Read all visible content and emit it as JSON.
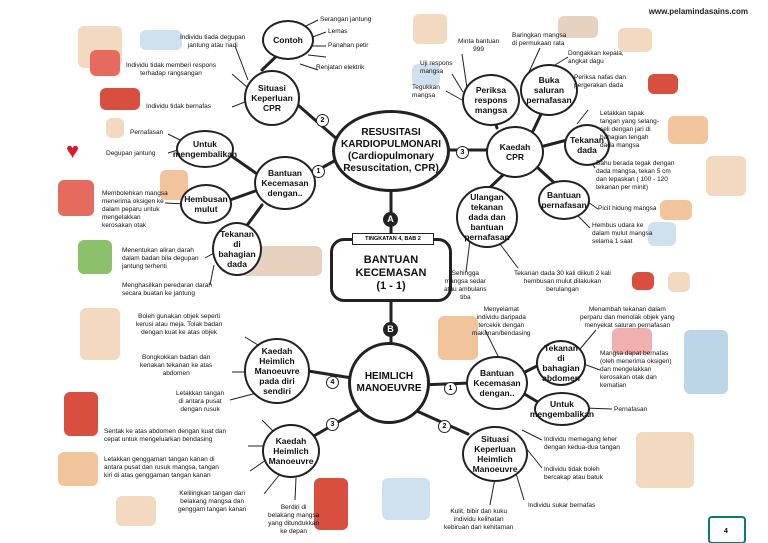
{
  "site": "www.pelamindasains.com",
  "center": {
    "tag": "TINGKATAN 4, BAB 2",
    "title": "BANTUAN\nKECEMASAN\n(1 - 1)"
  },
  "sections": {
    "a": "A",
    "b": "B"
  },
  "nodes": {
    "cpr_main": "RESUSITASI\nKARDIOPULMONARI\n(Cardiopulmonary\nResuscitation, CPR)",
    "heimlich_main": "HEIMLICH\nMANOEUVRE",
    "contoh": "Contoh",
    "situasi_cpr": "Situasi\nKeperluan\nCPR",
    "untuk_mengembalikan_cpr": "Untuk\nmengembalikan",
    "bantuan_cpr": "Bantuan\nKecemasan\ndengan..",
    "hembusan": "Hembusan\nmulut",
    "tekanan_bahagian": "Tekanan\ndi\nbahagian\ndada",
    "periksa": "Periksa\nrespons\nmangsa",
    "buka": "Buka\nsaluran\npernafasan",
    "kaedah_cpr": "Kaedah\nCPR",
    "tekanan_dada": "Tekanan\ndada",
    "bantuan_pernafasan": "Bantuan\npernafasan",
    "ulangan": "Ulangan\ntekanan\ndada dan\nbantuan\npernafasan",
    "kaedah_heimlich_sendiri": "Kaedah\nHeimlich\nManoeuvre\npada diri\nsendiri",
    "kaedah_heimlich": "Kaedah\nHeimlich\nManoeuvre",
    "bantuan_heimlich": "Bantuan\nKecemasan\ndengan..",
    "tekanan_abdomen": "Tekanan\ndi bahagian\nabdomen",
    "untuk_mengembalikan_h": "Untuk\nmengembalikan",
    "situasi_heimlich": "Situasi\nKeperluan\nHeimlich\nManoeuvre"
  },
  "labels": {
    "contoh_1": "Serangan jantung",
    "contoh_2": "Lemas",
    "contoh_3": "Panahan petir",
    "contoh_4": "Renjatan elektrik",
    "situasi_1": "Individu tiada degupan\njantung atau nadi",
    "situasi_2": "Individu tidak memberi respons\nterhadap rangsangan",
    "situasi_3": "Individu tidak bernafas",
    "kembali_1": "Pernafasan",
    "kembali_2": "Degupan jantung",
    "hembus_1": "Membolehkan mangsa\nmenerima oksigen ke\ndalam peparu untuk\nmengelakkan\nkerosakan otak",
    "tekan_1": "Menentukan aliran darah\ndalam badan bila degupan\njantung terhenti",
    "tekan_2": "Menghasilkan peredaran darah\nsecara buatan ke jantung",
    "periksa_1": "Minta bantuan\n999",
    "periksa_2": "Uji respons\nmangsa",
    "periksa_3": "Tegukkan\nmangsa",
    "buka_1": "Baringkan mangsa\ndi permukaan rata",
    "buka_2": "Dongakkan kepala,\nangkat dagu",
    "buka_3": "Periksa nafas dan\npergerakan dada",
    "tekanan_1": "Letakkan tapak\ntangan yang selang-\nseli dengan jari di\nbahagian tengah\ndada mangsa",
    "tekanan_2": "Bahu berada tegak dengan\ndada mangsa, tekan 5 cm\ndan lepaskan ( 100 - 120\ntekanan per minit)",
    "pernafasan_1": "Picit hidung mangsa",
    "pernafasan_2": "Hembus udara ke\ndalam mulut mangsa\nselama 1 saat",
    "ulangan_1": "Sehingga\nmangsa sedar\natau ambulans\ntiba",
    "ulangan_2": "Tekanan dada 30 kali diikuti 2 kali\nhembusan mulut dilakukan\nberulangan",
    "bantuan_h_1": "Menyelamat\nindividu daripada\ntercekik dengan\nmakanan/bendasing",
    "abdomen_1": "Menambah tekanan dalam\nperparu dan menolak objek yang\nmenyekat saluran pernafasan",
    "abdomen_2": "Mangsa dapat bernafas\n(oleh menerima oksigen)\ndan mengelakkan\nkerosakan otak dan\nkematian",
    "kembali_h_1": "Pernafasan",
    "sendiri_1": "Boleh gunakan objek seperti\nkerusi atau meja. Tolak badan\ndengan kuat ke atas objek",
    "sendiri_2": "Bongkokkan badan dan\nkenakan tekanan ke atas\nabdomen",
    "kaedah_h_1": "Letakkan tangan\ndi antara pusat\ndengan rusuk",
    "kaedah_h_2": "Sentak ke atas abdomen dengan kuat dan\ncepat untuk mengeluarkan bendasing",
    "kaedah_h_3": "Letakkan genggaman tangan kanan di\nantara pusat dan rusuk mangsa, tangan\nkiri di atas genggaman tangan kanan",
    "kaedah_h_4": "Kelilingkan tangan dari\nbelakang mangsa dan\ngenggam tangan kanan",
    "kaedah_h_5": "Berdiri di\nbelakang mangsa\nyang ditundukkan\nke depan",
    "situasi_h_1": "Individu memegang leher\ndengan kedua-dua tangan",
    "situasi_h_2": "Individu tidak boleh\nbercakap atau batuk",
    "situasi_h_3": "Individu sukar bernafas",
    "situasi_h_4": "Kulit, bibir dan kuku\nindividu kelihatan\nkebiruan dan kehitaman"
  },
  "numbers": [
    "1",
    "2",
    "3",
    "1",
    "2",
    "3",
    "4"
  ],
  "page": "4",
  "colors": {
    "line": "#222222",
    "skin": "#f2c49b",
    "shirt": "#d83b3b",
    "pale": "#bcd6e8",
    "accent": "#0b7a75"
  }
}
